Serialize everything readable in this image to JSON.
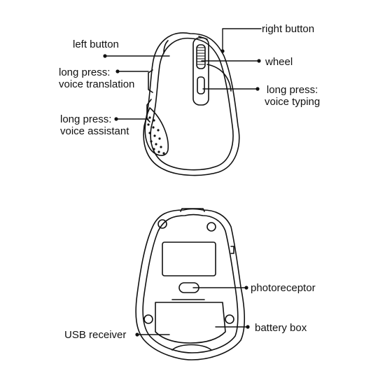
{
  "top_view": {
    "labels": {
      "right_button": "right button",
      "left_button": "left button",
      "wheel": "wheel",
      "long_press_voice_typing": [
        "long press:",
        "voice typing"
      ],
      "long_press_voice_translation": [
        "long press:",
        "voice translation"
      ],
      "long_press_voice_assistant": [
        "long press:",
        "voice assistant"
      ]
    }
  },
  "bottom_view": {
    "labels": {
      "photoreceptor": "photoreceptor",
      "usb_receiver": "USB receiver",
      "battery_box": "battery box"
    }
  }
}
